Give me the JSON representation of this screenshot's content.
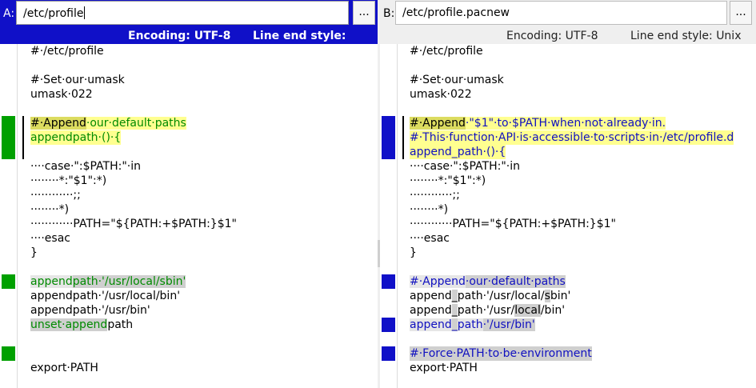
{
  "colors": {
    "paneA_accent": "#1010c8",
    "paneA_diff_text": "#008a00",
    "paneB_diff_text": "#1010c0",
    "change_block_a": "#00a000",
    "change_block_b": "#1010c8"
  },
  "paneA": {
    "label": "A:",
    "path": "/etc/profile",
    "browse_label": "...",
    "encoding": "Encoding: UTF-8",
    "line_end": "Line end style: Unix",
    "lines": {
      "l0": "#·/etc/profile",
      "l2": "#·Set·our·umask",
      "l3": "umask·022",
      "l5a": "#·Append",
      "l5b": "·our·default·paths",
      "l6": "appendpath·()·{",
      "l8": "····case·\":$PATH:\"·in",
      "l9": "········*:\"$1\":*)",
      "l10": "············;;",
      "l11": "········*)",
      "l12": "············PATH=\"${PATH:+$PATH:}$1\"",
      "l13": "····esac",
      "l14": "}",
      "l16a": "append",
      "l16b": "path·'/usr/local/sbin'",
      "l17": "appendpath·'/usr/local/bin'",
      "l18": "appendpath·'/usr/bin'",
      "l19a": "unset·append",
      "l19b": "path",
      "l22": "export·PATH"
    }
  },
  "paneB": {
    "label": "B:",
    "path": "/etc/profile.pacnew",
    "browse_label": "...",
    "encoding": "Encoding: UTF-8",
    "line_end": "Line end style: Unix",
    "lines": {
      "l0": "#·/etc/profile",
      "l2": "#·Set·our·umask",
      "l3": "umask·022",
      "l5a": "#·Append",
      "l5b": "·\"$1\"·to·$PATH·when·not·already·in.",
      "l6": "#·This·function·API·is·accessible·to·scripts·in·/etc/profile.d",
      "l7": "append_path·()·{",
      "l8": "····case·\":$PATH:\"·in",
      "l9": "········*:\"$1\":*)",
      "l10": "············;;",
      "l11": "········*)",
      "l12": "············PATH=\"${PATH:+$PATH:}$1\"",
      "l13": "····esac",
      "l14": "}",
      "l16a": "#·Append",
      "l16b": "·our·default·paths",
      "l17a": "append",
      "l17b": "_",
      "l17c": "path·'/usr/local/",
      "l17d": "s",
      "l17e": "bin'",
      "l18a": "append",
      "l18b": "_",
      "l18c": "path·'/usr/",
      "l18d": "local",
      "l18e": "/bin'",
      "l19a": "append",
      "l19b": "_",
      "l19c": "path",
      "l19d": "·'/usr/bin'",
      "l21": "#·Force·PATH·to·be·environment",
      "l22": "export·PATH"
    }
  }
}
